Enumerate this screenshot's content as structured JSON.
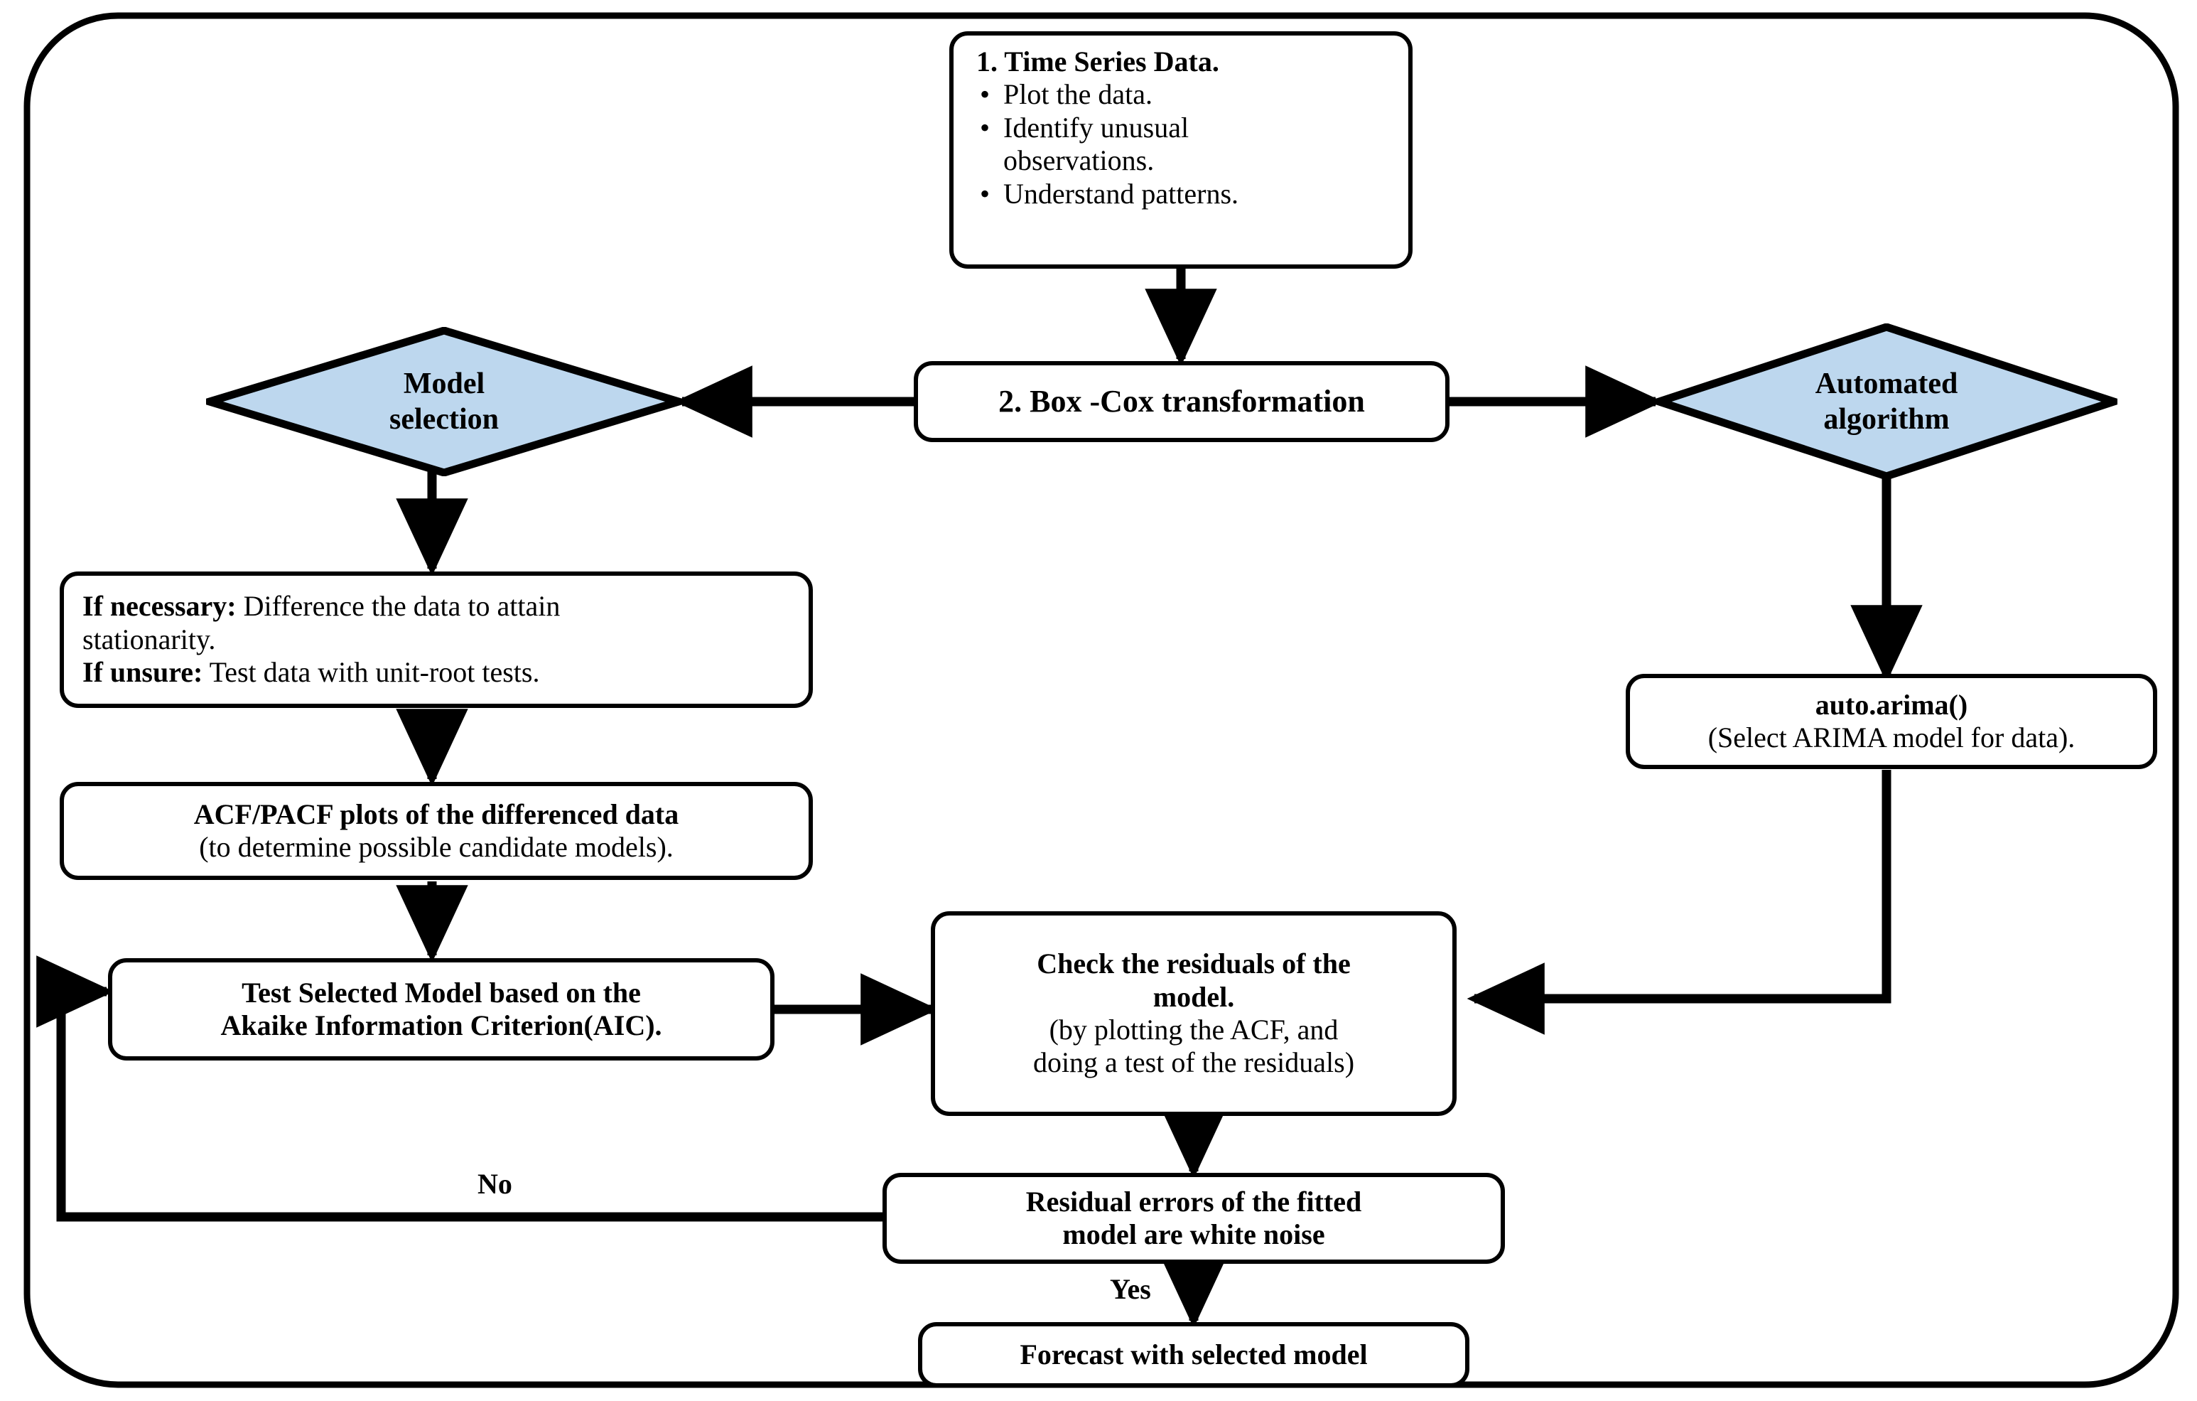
{
  "diagram": {
    "title": "ARIMA modelling procedure flowchart",
    "colors": {
      "decision_fill": "#bdd7ee",
      "stroke": "#000000",
      "node_fill": "#ffffff",
      "text": "#000000"
    },
    "nodes": {
      "time_series_data": {
        "heading": "1. Time Series Data.",
        "bullets": [
          "Plot the data.",
          "Identify unusual",
          "observations.",
          "Understand patterns."
        ],
        "bullet_items": [
          "Plot the data.",
          "Identify unusual observations.",
          "Understand patterns."
        ],
        "bullet_glyph": "•"
      },
      "box_cox": {
        "label": "2. Box -Cox transformation"
      },
      "model_selection": {
        "line1": "Model",
        "line2": "selection"
      },
      "automated_algorithm": {
        "line1": "Automated",
        "line2": "algorithm"
      },
      "difference_data": {
        "line1_bold": "If necessary:",
        "line1_rest": " Difference the data to attain",
        "line2": "stationarity.",
        "line3_bold": "If unsure:",
        "line3_rest": " Test data with unit-root tests."
      },
      "acf_pacf": {
        "line1": "ACF/PACF plots of the differenced data",
        "line2": "(to determine possible candidate models)."
      },
      "auto_arima": {
        "line1": "auto.arima()",
        "line2": "(Select ARIMA model for data)."
      },
      "test_selected_model": {
        "line1": "Test Selected Model based on the",
        "line2": "Akaike Information Criterion(AIC)."
      },
      "check_residuals": {
        "line1": "Check the residuals of the",
        "line2": "model.",
        "line3": "(by plotting the ACF, and",
        "line4": "doing a test of the residuals)"
      },
      "white_noise": {
        "line1": "Residual errors of the fitted",
        "line2": "model are white noise"
      },
      "forecast": {
        "label": "Forecast with selected model"
      }
    },
    "edge_labels": {
      "no": "No",
      "yes": "Yes"
    }
  }
}
